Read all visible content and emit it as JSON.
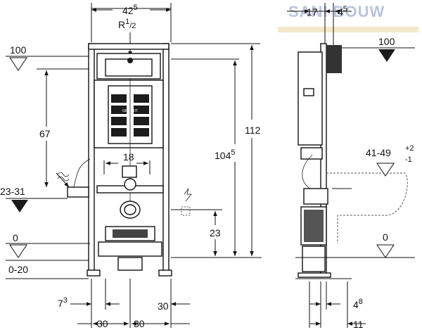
{
  "watermark": "SANI BOUW",
  "front_view": {
    "dim_top_width": "42",
    "dim_top_width_sup": "5",
    "pipe_size": "R",
    "pipe_size_sup": "1",
    "pipe_size_sub": "/2",
    "level_top": "100",
    "dim_67": "67",
    "level_23_31": "23-31",
    "level_zero": "0",
    "floor_range": "0-20",
    "dim_18": "18",
    "dim_112": "112",
    "dim_104": "104",
    "dim_104_sup": "5",
    "dim_23": "23",
    "dim_7": "7",
    "dim_7_sup": "3",
    "dim_30_left": "30",
    "dim_30_right": "30",
    "dim_30_far": "30"
  },
  "side_view": {
    "dim_17": "17",
    "dim_4": "4",
    "dim_4_sup": "5",
    "level_top": "100",
    "range_41_49": "41-49",
    "tol_plus": "+2",
    "tol_minus": "-1",
    "level_zero": "0",
    "dim_4_bottom": "4",
    "dim_4_bottom_sup": "8",
    "dim_11": "11"
  },
  "brand": "GEBERIT"
}
